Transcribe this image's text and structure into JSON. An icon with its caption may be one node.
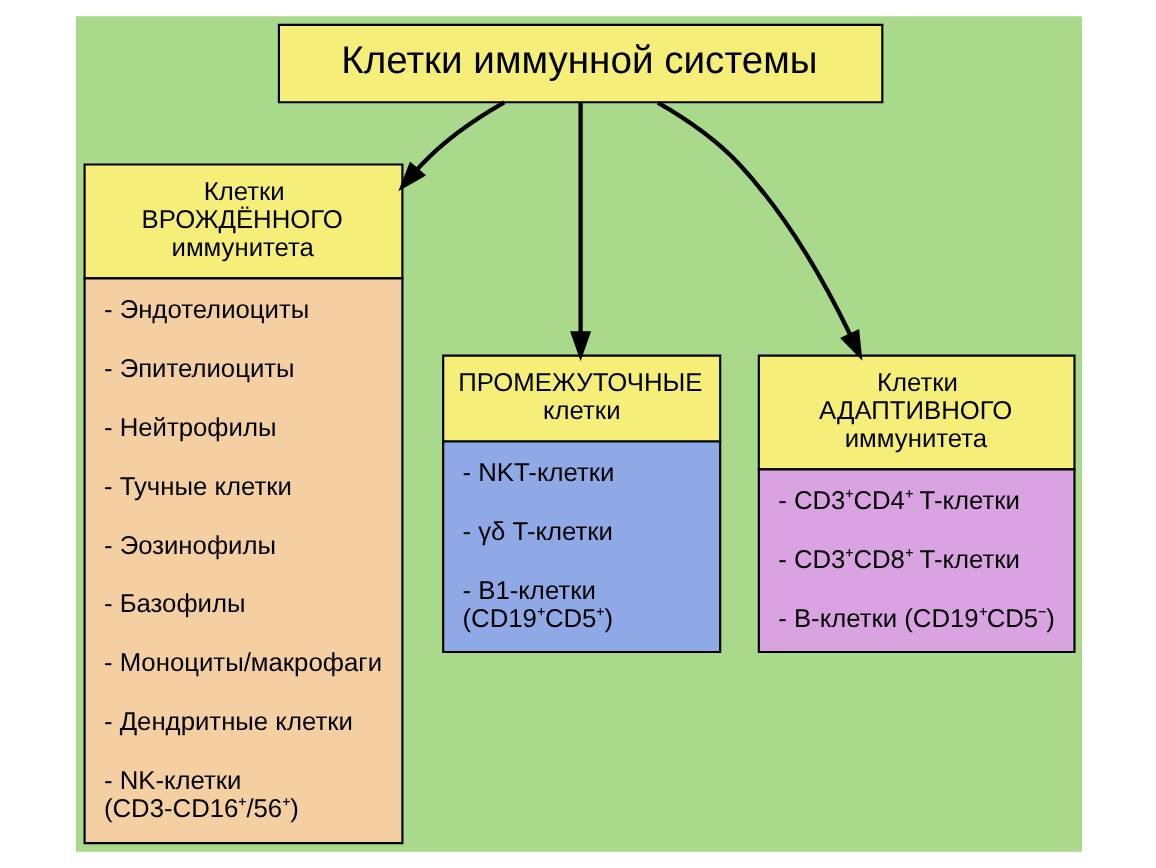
{
  "diagram": {
    "nodes": [
      {
        "text": [
          "Клетки иммунной системы"
        ]
      },
      {
        "text": [
          "Клетки ВРОЖДЁННОГО иммунитета",
          "- Эндотелиоциты",
          "- Эпителиоциты",
          "- Нейтрофилы",
          "- Тучные клетки",
          "- Эозинофилы",
          "- Базофилы",
          "- Моноциты/макрофаги",
          "- Дендритные клетки",
          "- NK-клетки (CD3-CD16⁺/56⁺)"
        ]
      },
      {
        "text": [
          "ПРОМЕЖУТОЧНЫЕ клетки",
          "- NKT-клетки",
          "- γδ T-клетки",
          "- B1-клетки (CD19⁺CD5⁺)"
        ]
      },
      {
        "text": [
          "Клетки АДАПТИВНОГО иммунитета",
          "- CD3⁺CD4⁺ T-клетки",
          "- CD3⁺CD8⁺ T-клетки",
          "- B-клетки (CD19⁺CD5⁻)"
        ]
      }
    ],
    "edges": [
      {
        "from": 0,
        "to": 1,
        "arrow": "to"
      },
      {
        "from": 0,
        "to": 2,
        "arrow": "to"
      },
      {
        "from": 0,
        "to": 3,
        "arrow": "to"
      }
    ]
  }
}
